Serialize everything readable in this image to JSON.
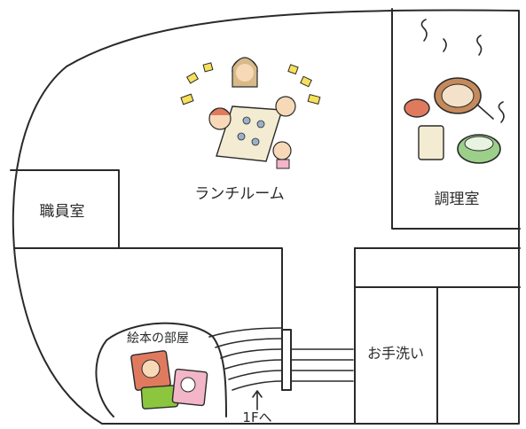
{
  "map": {
    "rooms": {
      "lunch_room": "ランチルーム",
      "kitchen": "調理室",
      "staff_room": "職員室",
      "picture_book_room": "絵本の部屋",
      "washroom": "お手洗い"
    },
    "stairs_label": "1Fへ"
  },
  "colors": {
    "wall": "#2a2a2a",
    "book_red": "#e07a5f",
    "book_green": "#8cc63f",
    "book_pink": "#f2b6c8",
    "dish_brown": "#c58a5c",
    "pan_green": "#9bcf8a",
    "sparkle_yellow": "#f7e05a"
  }
}
